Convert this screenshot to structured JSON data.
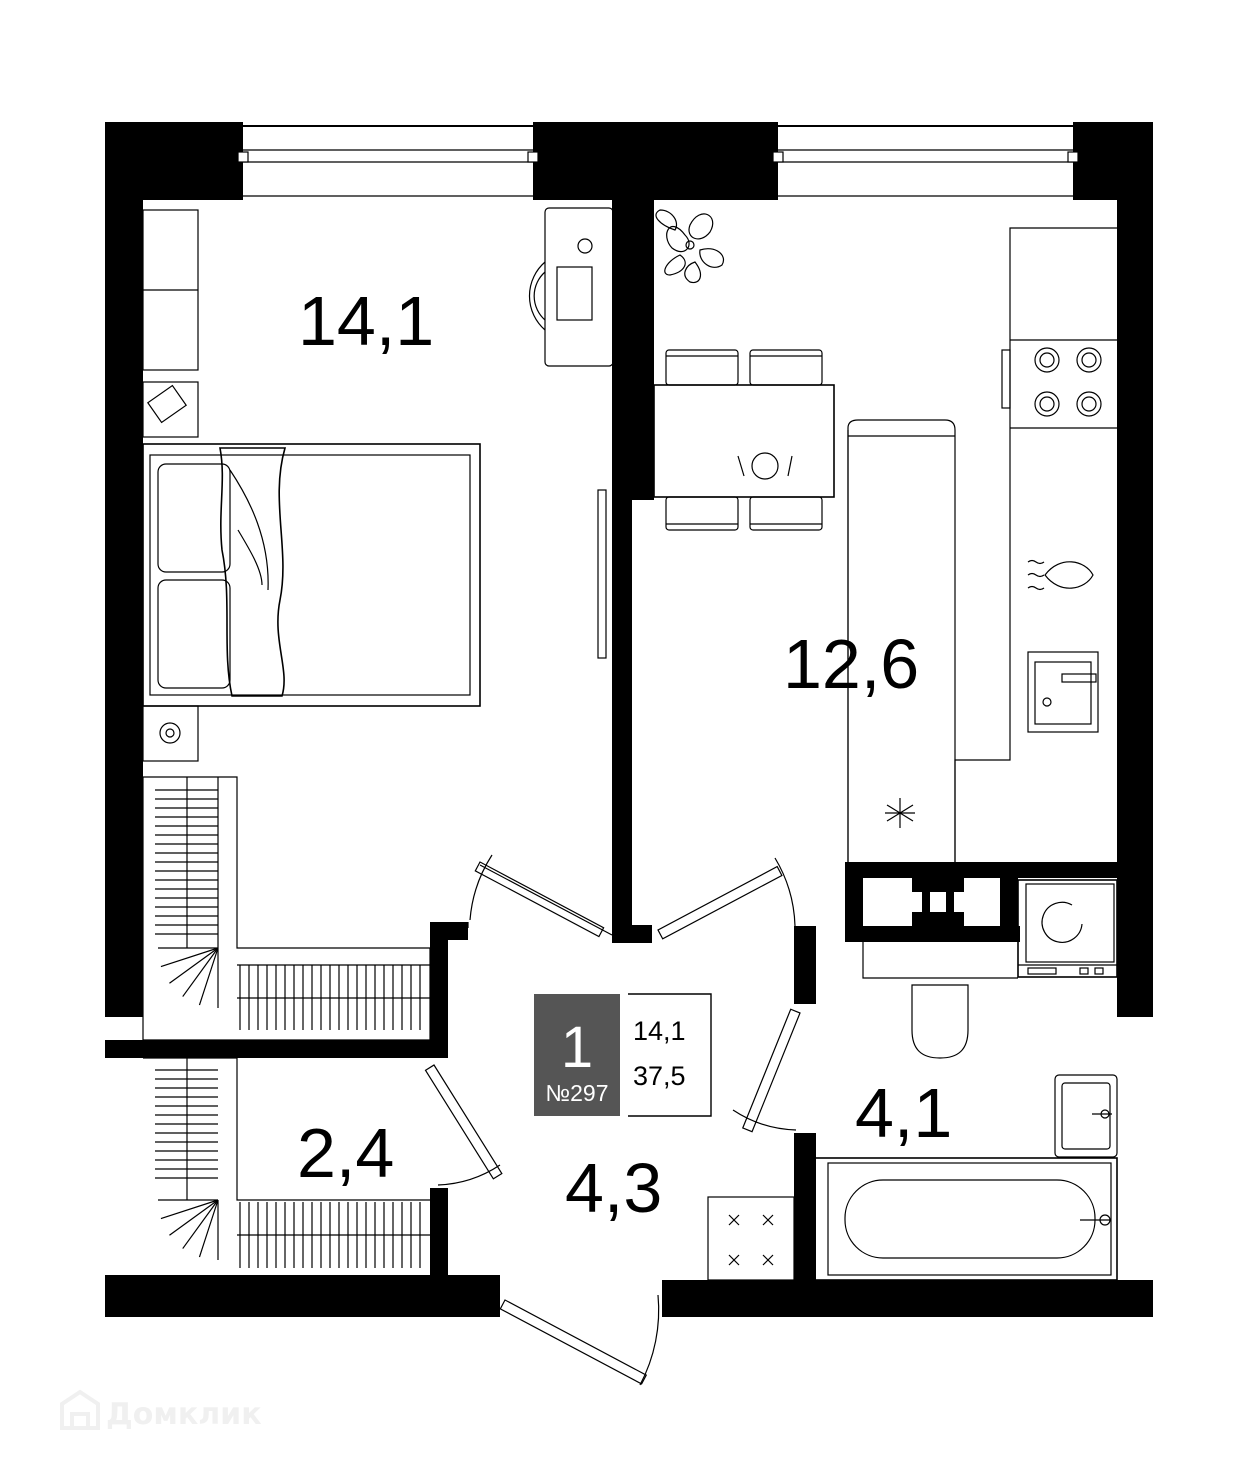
{
  "rooms": {
    "bedroom": {
      "area": "14,1"
    },
    "kitchen": {
      "area": "12,6"
    },
    "hall": {
      "area": "4,3"
    },
    "bathroom": {
      "area": "4,1"
    },
    "wardrobe": {
      "area": "2,4"
    }
  },
  "badge": {
    "rooms_count": "1",
    "number": "№297",
    "living_area": "14,1",
    "total_area": "37,5"
  },
  "watermark": {
    "text": "Домклик"
  },
  "colors": {
    "wall": "#000000",
    "badge_bg": "#555555",
    "watermark": "#f0f0f0"
  }
}
